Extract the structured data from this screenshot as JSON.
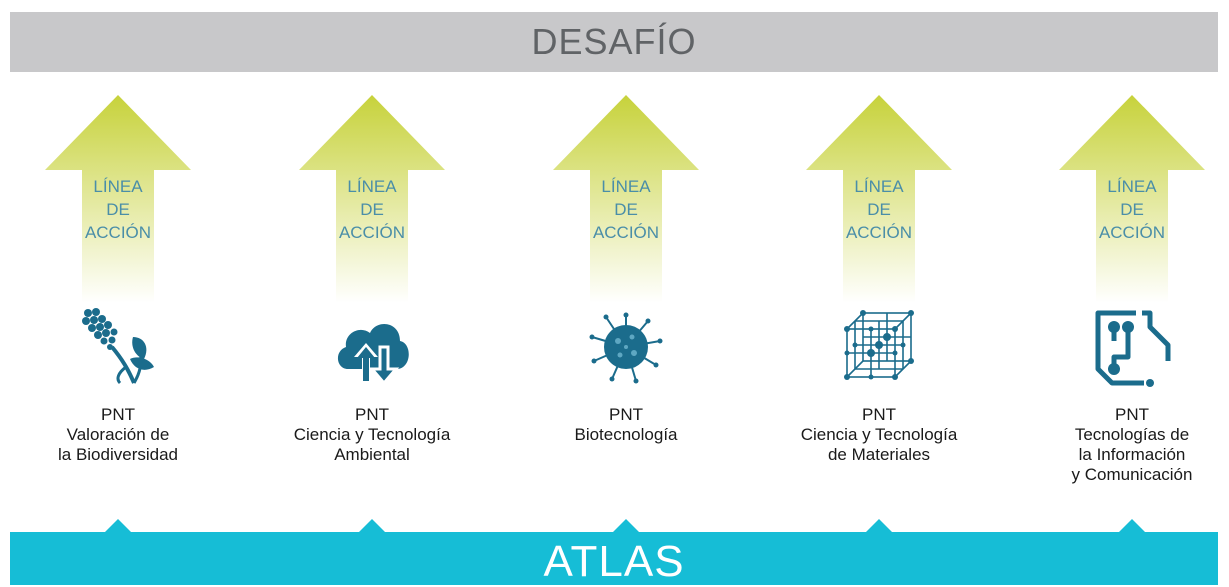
{
  "header": {
    "title": "DESAFÍO"
  },
  "footer": {
    "title": "ATLAS"
  },
  "colors": {
    "header_bg": "#c8c8ca",
    "header_text": "#606366",
    "footer_bg": "#16bdd6",
    "arrow_top": "#c7d23b",
    "arrow_bottom": "#ffffff",
    "arrow_text": "#4a8ea8",
    "icon_color": "#1b6c8c"
  },
  "arrow_label": {
    "line1": "LÍNEA",
    "line2": "DE",
    "line3": "ACCIÓN"
  },
  "columns": [
    {
      "icon": "plant-icon",
      "lines": [
        "PNT",
        "Valoración de",
        "la Biodiversidad"
      ]
    },
    {
      "icon": "cloud-sync-icon",
      "lines": [
        "PNT",
        "Ciencia y Tecnología",
        "Ambiental"
      ]
    },
    {
      "icon": "microbe-icon",
      "lines": [
        "PNT",
        "Biotecnología"
      ]
    },
    {
      "icon": "lattice-cube-icon",
      "lines": [
        "PNT",
        "Ciencia y Tecnología",
        "de Materiales"
      ]
    },
    {
      "icon": "circuit-icon",
      "lines": [
        "PNT",
        "Tecnologías de",
        "la Información",
        "y Comunicación"
      ]
    }
  ]
}
